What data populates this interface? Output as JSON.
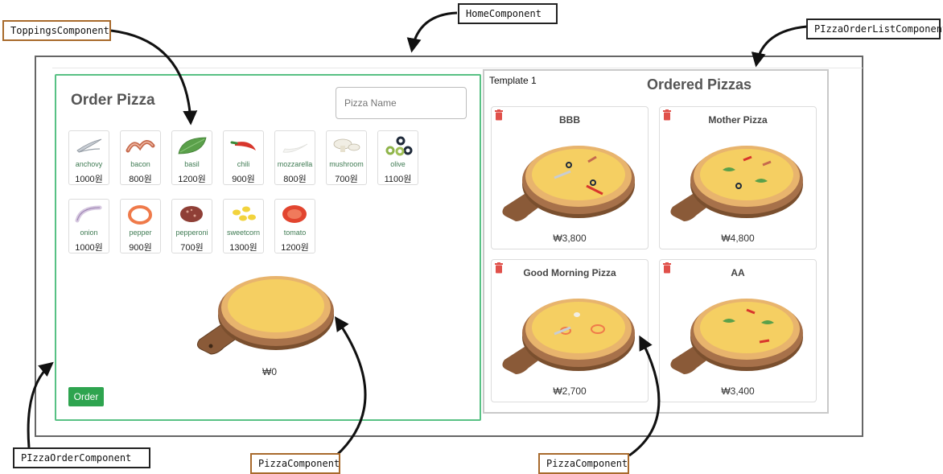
{
  "labels": {
    "home": "HomeComponent",
    "toppings": "ToppingsComponent",
    "order_list": "PIzzaOrderListComponent",
    "pizza_order": "PIzzaOrderComponent",
    "pizza_left": "PizzaComponent",
    "pizza_right": "PizzaComponent"
  },
  "order": {
    "title": "Order Pizza",
    "name_placeholder": "Pizza Name",
    "total": "₩0",
    "order_button": "Order"
  },
  "toppings": [
    {
      "name": "anchovy",
      "price": "1000원",
      "icon": "anchovy-icon"
    },
    {
      "name": "bacon",
      "price": "800원",
      "icon": "bacon-icon"
    },
    {
      "name": "basil",
      "price": "1200원",
      "icon": "basil-icon"
    },
    {
      "name": "chili",
      "price": "900원",
      "icon": "chili-icon"
    },
    {
      "name": "mozzarella",
      "price": "800원",
      "icon": "mozzarella-icon"
    },
    {
      "name": "mushroom",
      "price": "700원",
      "icon": "mushroom-icon"
    },
    {
      "name": "olive",
      "price": "1100원",
      "icon": "olive-icon"
    },
    {
      "name": "onion",
      "price": "1000원",
      "icon": "onion-icon"
    },
    {
      "name": "pepper",
      "price": "900원",
      "icon": "pepper-icon"
    },
    {
      "name": "pepperoni",
      "price": "700원",
      "icon": "pepperoni-icon"
    },
    {
      "name": "sweetcorn",
      "price": "1300원",
      "icon": "sweetcorn-icon"
    },
    {
      "name": "tomato",
      "price": "1200원",
      "icon": "tomato-icon"
    }
  ],
  "list": {
    "template_label": "Template 1",
    "title": "Ordered Pizzas",
    "pizzas": [
      {
        "name": "BBB",
        "price": "₩3,800"
      },
      {
        "name": "Mother Pizza",
        "price": "₩4,800"
      },
      {
        "name": "Good Morning Pizza",
        "price": "₩2,700"
      },
      {
        "name": "AA",
        "price": "₩3,400"
      }
    ]
  },
  "colors": {
    "order_border": "#58c184",
    "order_button": "#2ea44f",
    "trash": "#e0504a",
    "label_brown": "#a86a2c"
  }
}
